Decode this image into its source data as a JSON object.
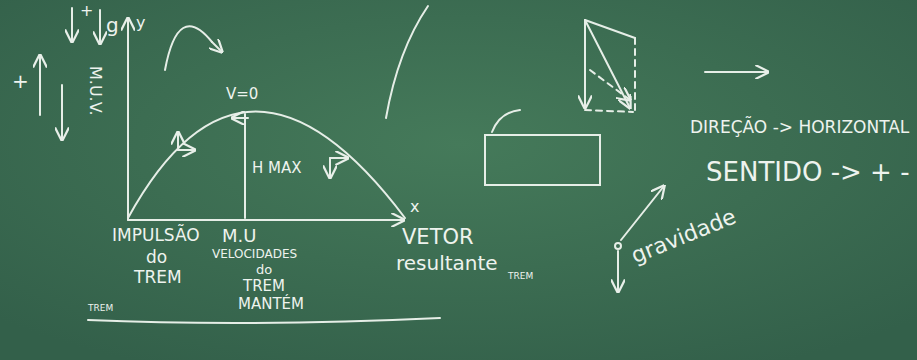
{
  "diagram": {
    "labels": [
      "+",
      "g",
      "+",
      "M.U.V.",
      "y",
      "V=0",
      "H MAX",
      "x",
      "IMPULSÃO",
      "do",
      "TREM",
      "M.U",
      "VELOCIDADES",
      "do",
      "TREM",
      "MANTÉM",
      "VETOR",
      "resultante",
      "TREM",
      "TREM",
      "DIREÇÃO -> HORIZONTAL",
      "SENTIDO -> + -",
      "gravidade"
    ]
  }
}
